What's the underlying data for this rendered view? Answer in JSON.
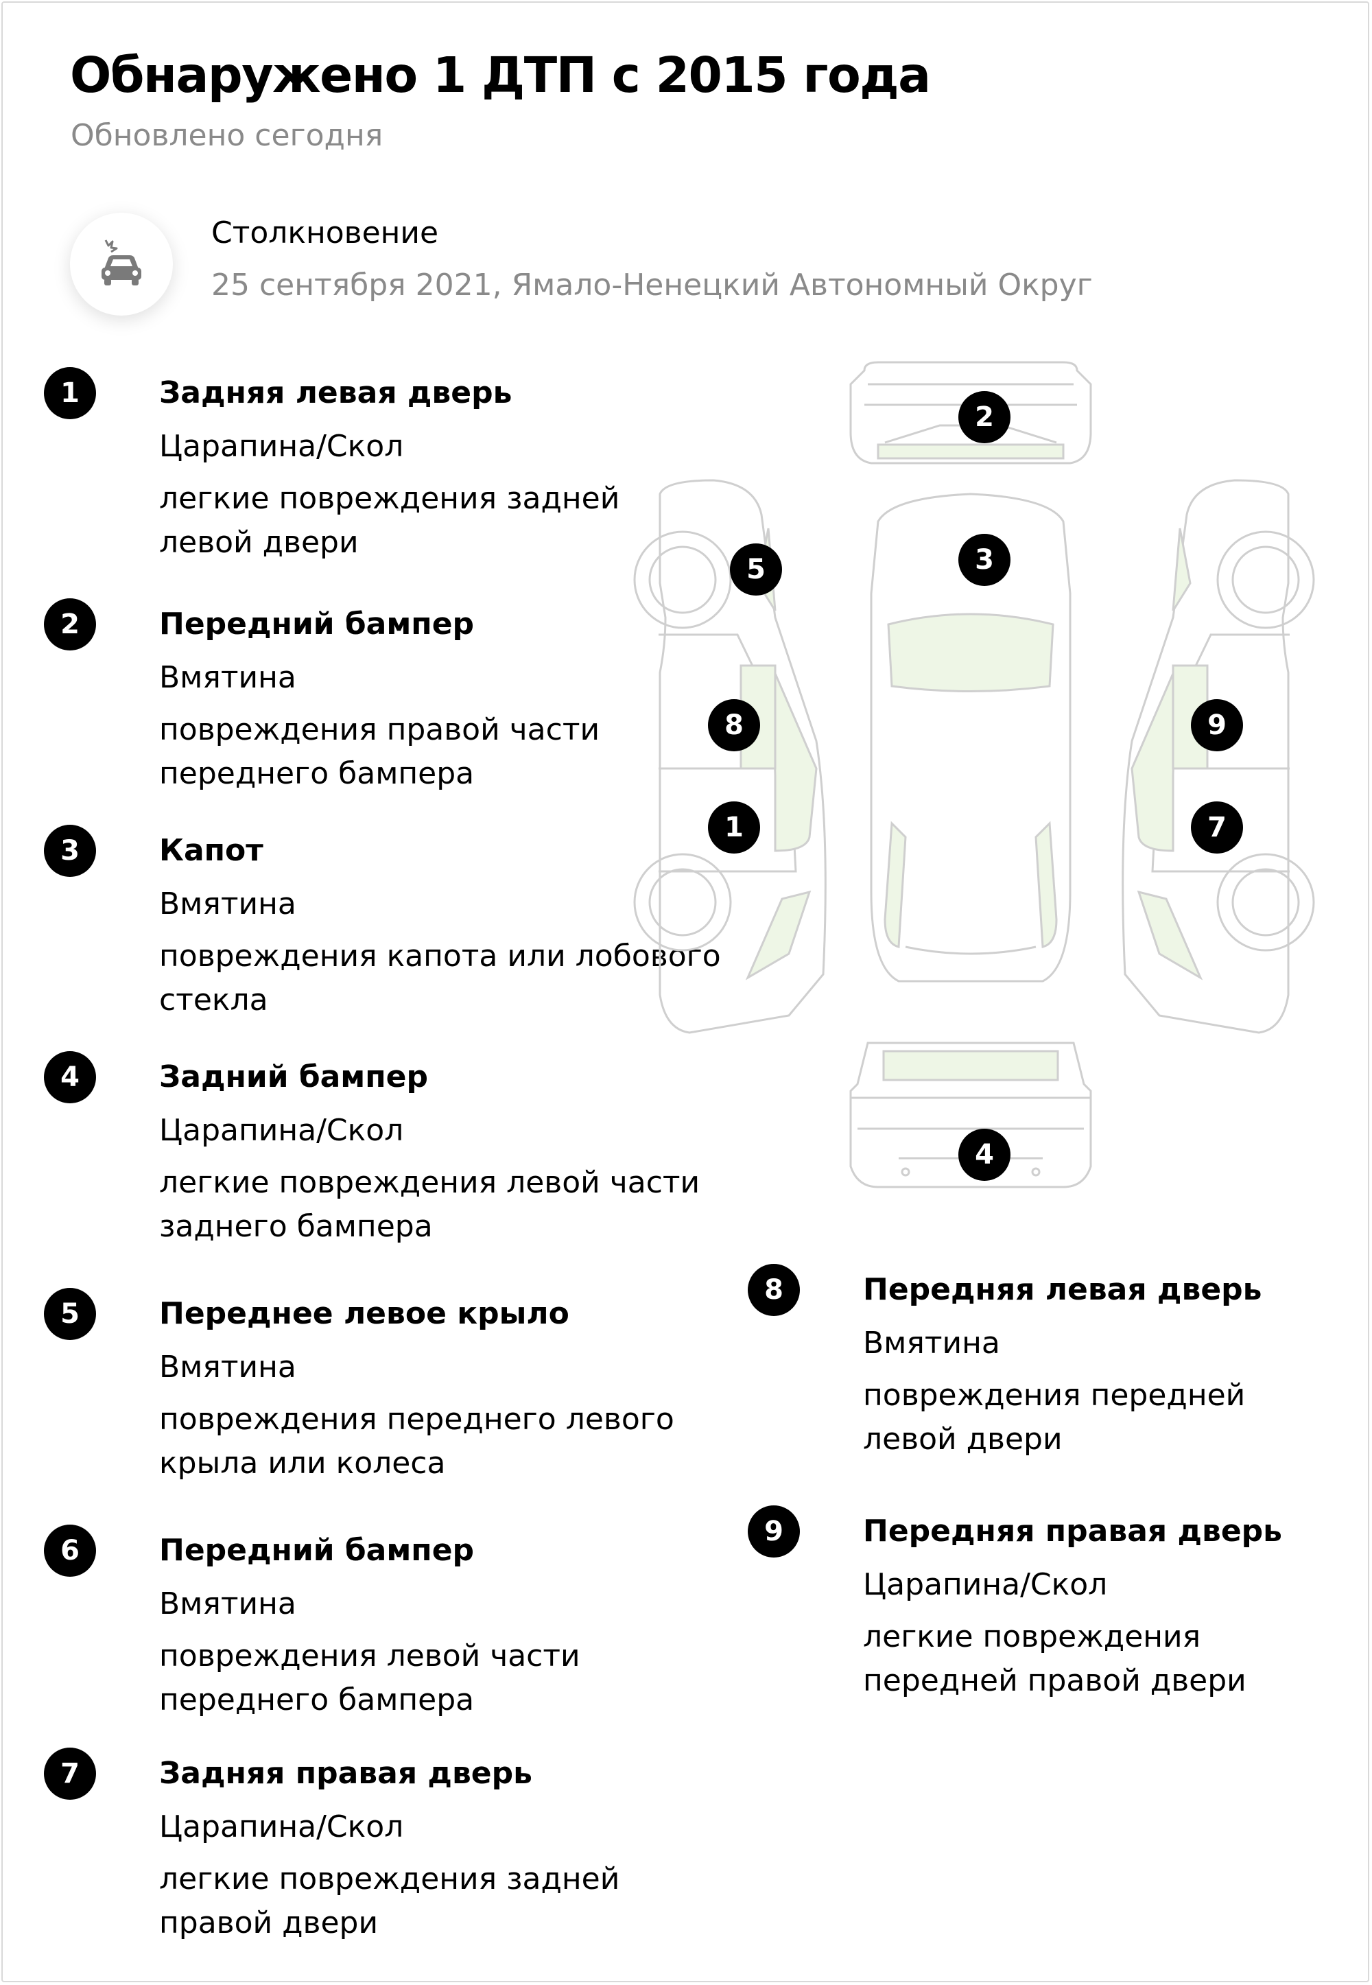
{
  "header": {
    "title": "Обнаружено 1 ДТП с 2015 года",
    "subtitle": "Обновлено сегодня"
  },
  "incident": {
    "icon": "car-collision-icon",
    "type": "Столкновение",
    "meta": "25 сентября 2021, Ямало-Ненецкий Автономный Округ"
  },
  "damages": [
    {
      "num": "1",
      "part": "Задняя левая дверь",
      "kind": "Царапина/Скол",
      "desc": "легкие повреждения задней левой двери"
    },
    {
      "num": "2",
      "part": "Передний бампер",
      "kind": "Вмятина",
      "desc": "повреждения правой части переднего бампера"
    },
    {
      "num": "3",
      "part": "Капот",
      "kind": "Вмятина",
      "desc": "повреждения капота или лобового стекла"
    },
    {
      "num": "4",
      "part": "Задний бампер",
      "kind": "Царапина/Скол",
      "desc": "легкие повреждения левой части заднего бампера"
    },
    {
      "num": "5",
      "part": "Переднее левое крыло",
      "kind": "Вмятина",
      "desc": "повреждения переднего левого крыла или колеса"
    },
    {
      "num": "6",
      "part": "Передний бампер",
      "kind": "Вмятина",
      "desc": "повреждения левой части переднего бампера"
    },
    {
      "num": "7",
      "part": "Задняя правая дверь",
      "kind": "Царапина/Скол",
      "desc": "легкие повреждения задней правой двери"
    },
    {
      "num": "8",
      "part": "Передняя левая дверь",
      "kind": "Вмятина",
      "desc": "повреждения передней левой двери"
    },
    {
      "num": "9",
      "part": "Передняя правая дверь",
      "kind": "Царапина/Скол",
      "desc": "легкие повреждения передней правой двери"
    }
  ],
  "diagram_markers": [
    "2",
    "3",
    "5",
    "8",
    "1",
    "9",
    "7",
    "4"
  ],
  "colors": {
    "badge": "#000000",
    "subtle_text": "#8a8a8a",
    "car_outline": "#cfcfcf",
    "glass_fill": "#eef6e6"
  }
}
